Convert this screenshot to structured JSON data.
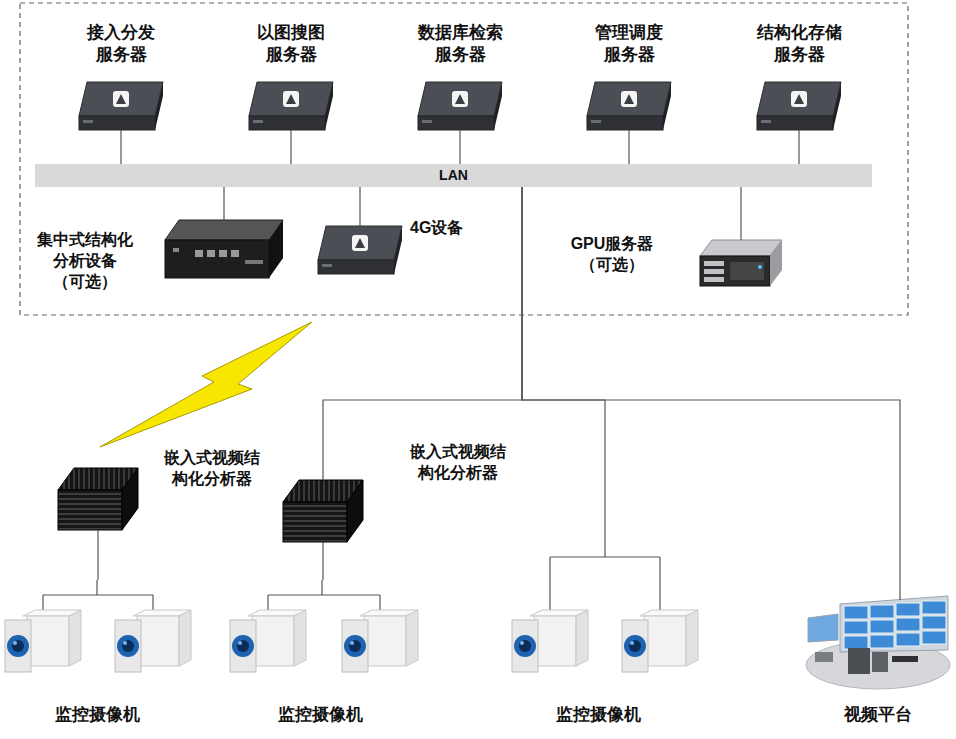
{
  "diagram": {
    "nodes": [
      {
        "text": [
          "接入分发 服务器"
        ]
      },
      {
        "text": [
          "以图搜图 服务器"
        ]
      },
      {
        "text": [
          "数据库检索 服务器"
        ]
      },
      {
        "text": [
          "管理调度 服务器"
        ]
      },
      {
        "text": [
          "结构化存储 服务器"
        ]
      },
      {
        "text": [
          "LAN"
        ]
      },
      {
        "text": [
          "集中式结构化 分析设备 （可选）"
        ]
      },
      {
        "text": [
          "4G设备"
        ]
      },
      {
        "text": [
          "GPU服务器 （可选）"
        ]
      },
      {
        "text": [
          "嵌入式视频结 构化分析器"
        ]
      },
      {
        "text": [
          "嵌入式视频结 构化分析器"
        ]
      },
      {
        "text": [
          "监控摄像机"
        ]
      },
      {
        "text": [
          "监控摄像机"
        ]
      },
      {
        "text": [
          "监控摄像机"
        ]
      },
      {
        "text": [
          "视频平台"
        ]
      }
    ],
    "edges": [
      {
        "from": 0,
        "to": 5,
        "arrow": "none"
      },
      {
        "from": 1,
        "to": 5,
        "arrow": "none"
      },
      {
        "from": 2,
        "to": 5,
        "arrow": "none"
      },
      {
        "from": 3,
        "to": 5,
        "arrow": "none"
      },
      {
        "from": 4,
        "to": 5,
        "arrow": "none"
      },
      {
        "from": 5,
        "to": 6,
        "arrow": "none"
      },
      {
        "from": 5,
        "to": 7,
        "arrow": "none"
      },
      {
        "from": 5,
        "to": 8,
        "arrow": "none"
      },
      {
        "from": 5,
        "to": 10,
        "arrow": "none"
      },
      {
        "from": 5,
        "to": 13,
        "arrow": "none"
      },
      {
        "from": 5,
        "to": 14,
        "arrow": "none"
      },
      {
        "from": 9,
        "to": 11,
        "arrow": "none"
      },
      {
        "from": 10,
        "to": 12,
        "arrow": "none"
      }
    ]
  }
}
